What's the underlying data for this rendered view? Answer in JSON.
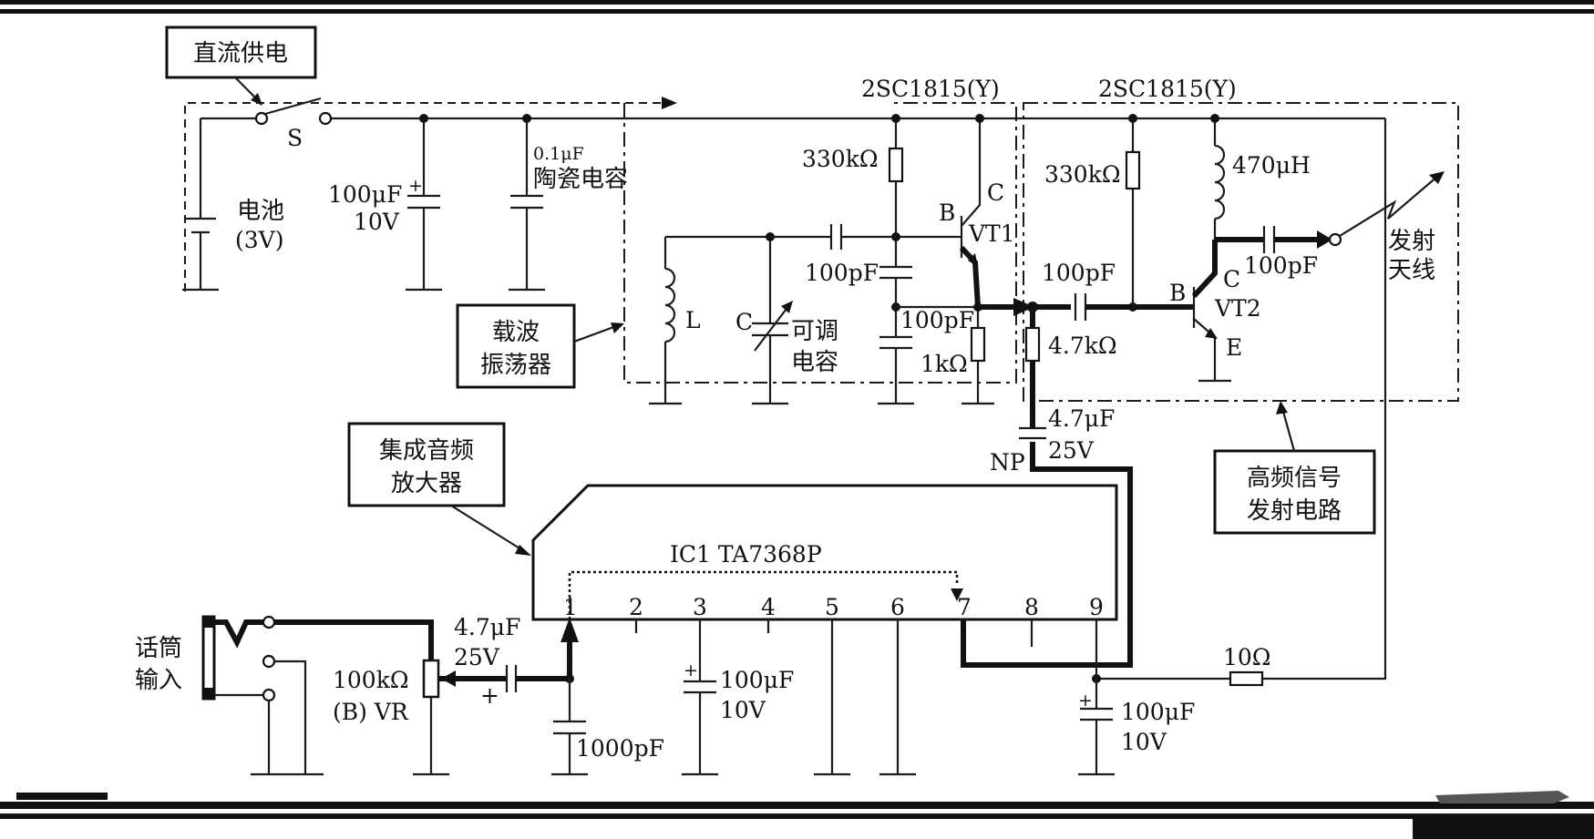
{
  "labels": {
    "dc_supply": "直流供电",
    "carrier_osc_1": "载波",
    "carrier_osc_2": "振荡器",
    "audio_amp_1": "集成音频",
    "audio_amp_2": "放大器",
    "rf_tx_1": "高频信号",
    "rf_tx_2": "发射电路"
  },
  "components": {
    "switch": "S",
    "battery_1": "电池",
    "battery_2": "(3V)",
    "c1_value": "100μF",
    "c1_voltage": "10V",
    "c2_value": "0.1μF",
    "c2_type": "陶瓷电容",
    "transistor1_part": "2SC1815(Y)",
    "transistor2_part": "2SC1815(Y)",
    "r1": "330kΩ",
    "r2": "330kΩ",
    "inductor_rf": "470μH",
    "pin_b1": "B",
    "pin_c1": "C",
    "vt1": "VT1",
    "pin_b2": "B",
    "pin_c2": "C",
    "vt2": "VT2",
    "pin_e2": "E",
    "antenna_1": "发射",
    "antenna_2": "天线",
    "cap_coupling_right": "100pF",
    "cap_coupling_mid": "100pF",
    "cap_feedback_1": "100pF",
    "cap_feedback_2": "100pF",
    "res_emitter": "1kΩ",
    "res_bias": "4.7kΩ",
    "cap_audio_value": "4.7μF",
    "cap_audio_voltage": "25V",
    "cap_audio_np": "NP",
    "inductor_l": "L",
    "var_cap": "C",
    "var_cap_desc_1": "可调",
    "var_cap_desc_2": "电容",
    "ic_name": "IC1  TA7368P",
    "ic_pins": [
      "1",
      "2",
      "3",
      "4",
      "5",
      "6",
      "7",
      "8",
      "9"
    ],
    "mic_1": "话筒",
    "mic_2": "输入",
    "vr_value": "100kΩ",
    "vr_label": "(B)  VR",
    "cap_in_value": "4.7μF",
    "cap_in_voltage": "25V",
    "cap_in_plus": "+",
    "cap_1000": "1000pF",
    "cap_pin3_value": "100μF",
    "cap_pin3_voltage": "10V",
    "cap_pin9_value": "100μF",
    "cap_pin9_voltage": "10V",
    "res_10": "10Ω",
    "plus": "+"
  }
}
